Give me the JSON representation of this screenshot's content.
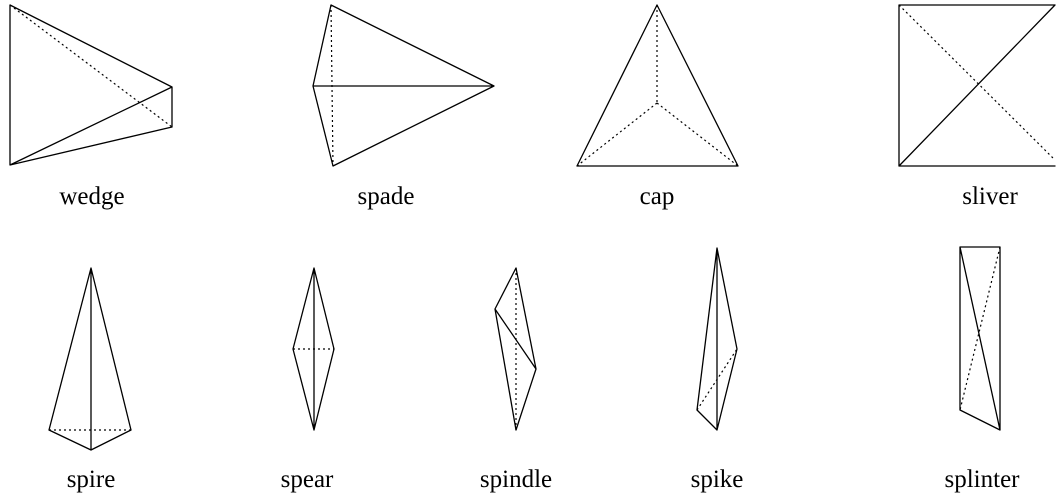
{
  "shapes": {
    "wedge": "wedge",
    "spade": "spade",
    "cap": "cap",
    "sliver": "sliver",
    "spire": "spire",
    "spear": "spear",
    "spindle": "spindle",
    "spike": "spike",
    "splinter": "splinter"
  }
}
